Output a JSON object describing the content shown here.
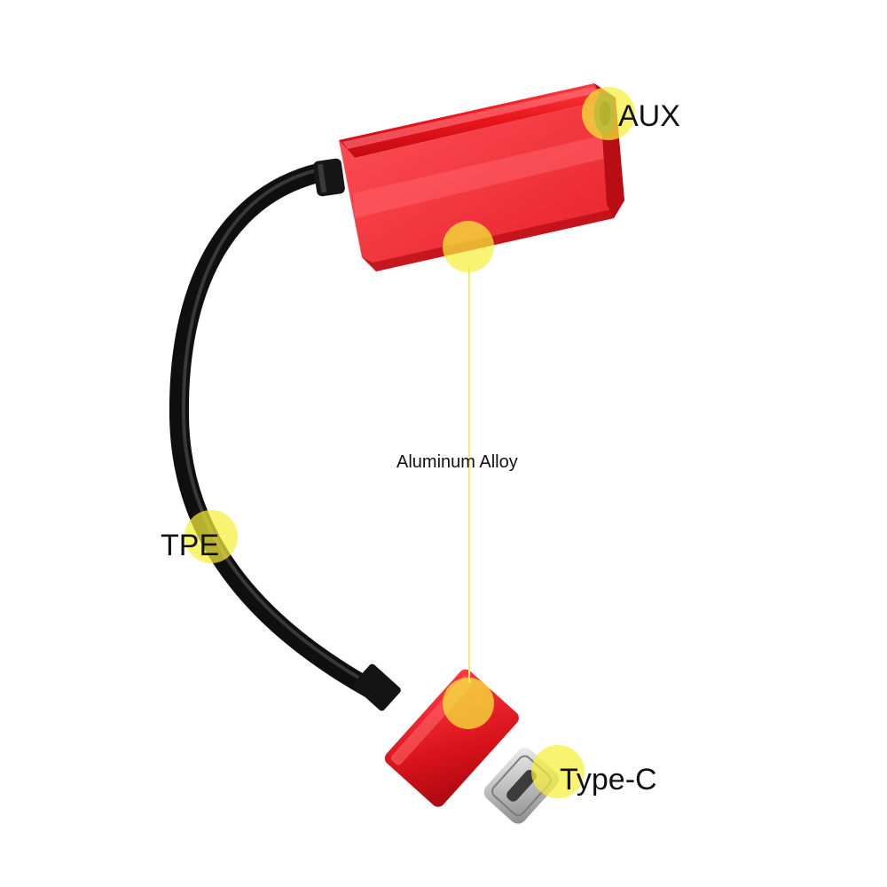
{
  "labels": {
    "aux": "AUX",
    "aluminum": "Aluminum Alloy",
    "tpe": "TPE",
    "type_c": "Type-C"
  },
  "colors": {
    "background": "#ffffff",
    "highlight": "#f5ee3a",
    "leader_line": "#f7f07a",
    "housing_red": "#e8141b",
    "housing_red_light": "#ff4a52",
    "cable_black": "#1a1a1a",
    "plug_silver": "#c8c8c8"
  }
}
